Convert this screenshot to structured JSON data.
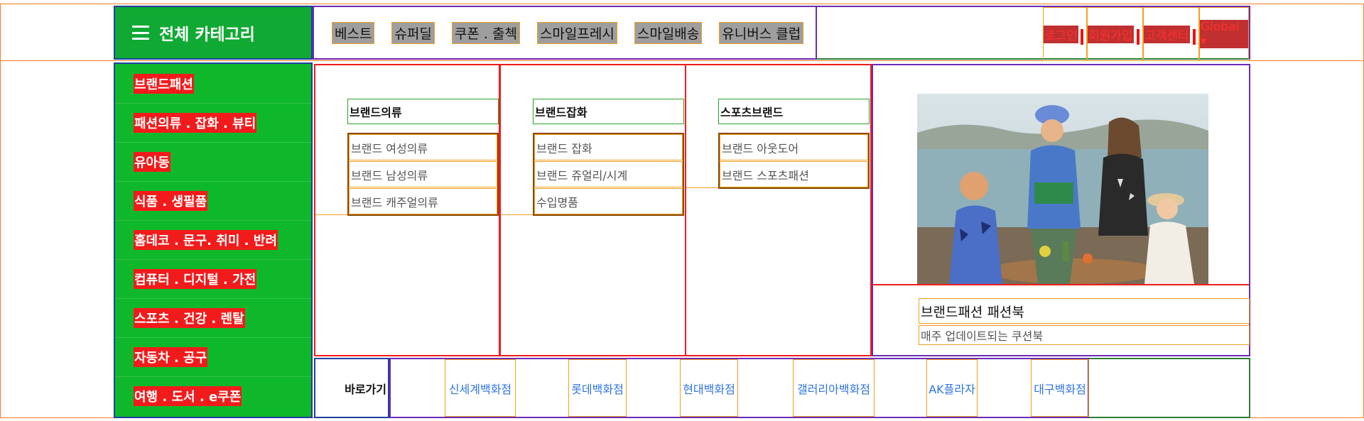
{
  "header": {
    "category_button": "전체 카테고리",
    "nav": [
      "베스트",
      "슈퍼딜",
      "쿠폰 . 출첵",
      "스마일프레시",
      "스마일배송",
      "유니버스 클럽"
    ],
    "utility": [
      "로그인",
      "회원가입",
      "고객센터",
      "Global"
    ]
  },
  "sidebar": {
    "items": [
      "브랜드패션",
      "패션의류 . 잡화 . 뷰티",
      "유아동",
      "식품 . 생필품",
      "홈데코 . 문구. 취미 . 반려",
      "컴퓨터 . 디지털 . 가전",
      "스포츠 . 건강 . 렌탈",
      "자동차 . 공구",
      "여행 . 도서 . e쿠폰"
    ]
  },
  "columns": [
    {
      "title": "브랜드의류",
      "items": [
        "브랜드 여성의류",
        "브랜드 남성의류",
        "브랜드 캐주얼의류"
      ]
    },
    {
      "title": "브랜드잡화",
      "items": [
        "브랜드 잡화",
        "브랜드 쥬얼리/시계",
        "수입명품"
      ]
    },
    {
      "title": "스포츠브랜드",
      "items": [
        "브랜드 아웃도어",
        "브랜드 스포츠패션"
      ]
    }
  ],
  "promo": {
    "title": "브랜드패션 패션북",
    "subtitle": "매주 업데이트되는 쿠션북"
  },
  "shortcut": {
    "label": "바로가기",
    "stores": [
      "신세계백화점",
      "롯데백화점",
      "현대백화점",
      "갤러리아백화점",
      "AK플라자",
      "대구백화점"
    ]
  },
  "colors": {
    "green": "#0fb82a",
    "red_label": "#f21b1b",
    "link_blue": "#2f74e0"
  }
}
